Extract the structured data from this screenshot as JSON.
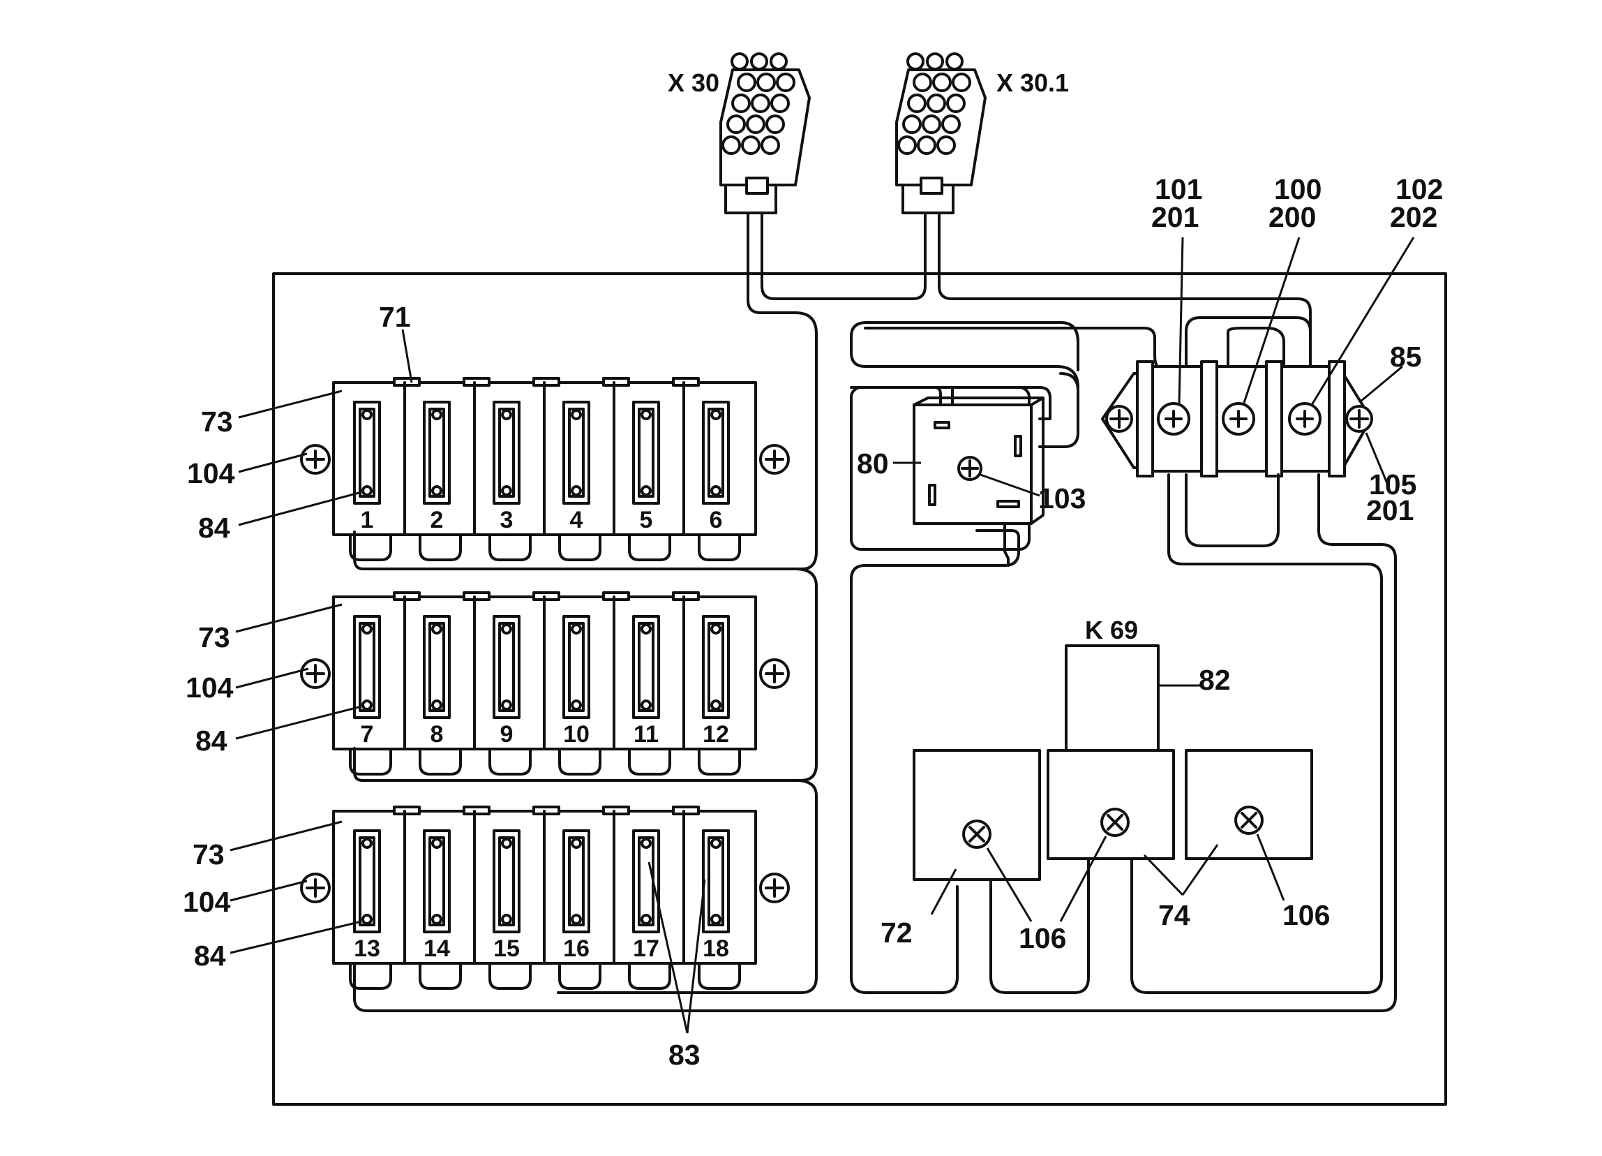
{
  "connectors": {
    "x30": "X 30",
    "x301": "X 30.1"
  },
  "fuse_blocks": [
    {
      "labels": [
        "1",
        "2",
        "3",
        "4",
        "5",
        "6"
      ]
    },
    {
      "labels": [
        "7",
        "8",
        "9",
        "10",
        "11",
        "12"
      ]
    },
    {
      "labels": [
        "13",
        "14",
        "15",
        "16",
        "17",
        "18"
      ]
    }
  ],
  "callouts": {
    "c71": "71",
    "c73a": "73",
    "c73b": "73",
    "c73c": "73",
    "c104a": "104",
    "c104b": "104",
    "c104c": "104",
    "c84a": "84",
    "c84b": "84",
    "c84c": "84",
    "c83": "83",
    "c80": "80",
    "c103": "103",
    "c101": "101",
    "c201a": "201",
    "c100": "100",
    "c200": "200",
    "c102": "102",
    "c202": "202",
    "c85": "85",
    "c105": "105",
    "c201b": "201",
    "k69": "K 69",
    "c82": "82",
    "c72": "72",
    "c106a": "106",
    "c74": "74",
    "c106b": "106"
  }
}
